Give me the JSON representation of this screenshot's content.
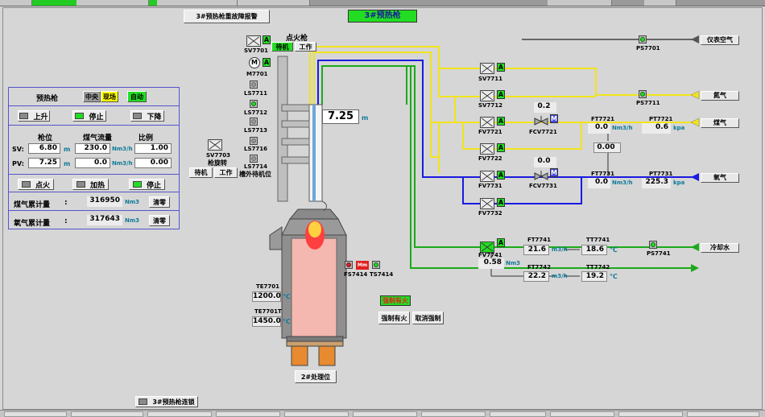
{
  "header": {
    "alarm_button": "3#预热枪重故障报警",
    "title": "3#预热枪"
  },
  "ignition": {
    "title": "点火枪",
    "standby": "待机",
    "work": "工作"
  },
  "rotation": {
    "title": "枪旋转",
    "standby": "待机",
    "work": "工作",
    "outside": "槽外待机位"
  },
  "gun_position": {
    "value": "7.25",
    "unit": "m"
  },
  "panel": {
    "title": "预热枪",
    "mode_central": "中央",
    "mode_local": "现场",
    "mode_auto": "自动",
    "btn_up": "上升",
    "btn_stop": "停止",
    "btn_down": "下降",
    "col_position": "枪位",
    "col_gas_flow": "煤气流量",
    "col_ratio": "比例",
    "sv_label": "SV:",
    "pv_label": "PV:",
    "sv_pos": "6.80",
    "sv_flow": "230.0",
    "sv_ratio": "1.00",
    "pv_pos": "7.25",
    "pv_flow": "0.0",
    "pv_ratio": "0.00",
    "unit_m": "m",
    "unit_flow": "Nm3/h",
    "btn_ignite": "点火",
    "btn_heat": "加热",
    "btn_stop2": "停止",
    "gas_total_label": "煤气累计量",
    "gas_total_value": "316950",
    "oxy_total_label": "氧气累计量",
    "oxy_total_value": "317643",
    "total_unit": "Nm3",
    "colon": ":",
    "reset": "清零"
  },
  "sensors": {
    "SV7701": "SV7701",
    "M7701": "M7701",
    "M_letter": "M",
    "LS7711": "LS7711",
    "LS7712": "LS7712",
    "LS7713": "LS7713",
    "LS7716": "LS7716",
    "LS7714": "LS7714",
    "SV7703": "SV7703",
    "PS7701": "PS7701",
    "PS7711": "PS7711",
    "PS7741": "PS7741",
    "FS7414": "FS7414",
    "TS7414": "TS7414",
    "Mm": "Mm"
  },
  "valves": {
    "SV7711": "SV7711",
    "SV7712": "SV7712",
    "FV7721": "FV7721",
    "FV7722": "FV7722",
    "FCV7721": "FCV7721",
    "FV7731": "FV7731",
    "FV7732": "FV7732",
    "FCV7731": "FCV7731",
    "FV7741": "FV7741",
    "A": "A",
    "M": "M"
  },
  "instruments": {
    "fcv7721_open": "0.2",
    "fcv7731_open": "0.0",
    "FT7721": "FT7721",
    "ft7721_value": "0.0",
    "PT7721": "PT7721",
    "pt7721_value": "0.6",
    "ratio_value": "0.00",
    "FT7731": "FT7731",
    "ft7731_value": "0.0",
    "PT7731": "PT7731",
    "pt7731_value": "225.3",
    "FT7741": "FT7741",
    "ft7741_value": "21.6",
    "TT7741": "TT7741",
    "tt7741_value": "18.6",
    "FT7742": "FT7742",
    "ft7742_value": "22.2",
    "TT7742": "TT7742",
    "tt7742_value": "19.2",
    "fv7741_value": "0.58",
    "unit_flow": "Nm3/h",
    "unit_flow_short": "m3/h",
    "unit_kpa": "kpa",
    "unit_degC": "℃",
    "unit_nm3": "Nm3"
  },
  "endpoints": {
    "instrument_air": "仪表空气",
    "nitrogen": "氮气",
    "gas": "煤气",
    "oxygen": "氧气",
    "cooling_water": "冷却水"
  },
  "furnace": {
    "TE7701": "TE7701",
    "te7701_value": "1200.0",
    "TE7701T": "TE7701T",
    "te7701t_value": "1450.0",
    "unit_degC": "℃",
    "position_label": "2#处理位"
  },
  "force": {
    "indicator": "强制有火",
    "btn_force": "强制有火",
    "btn_cancel": "取消强制"
  },
  "footer": {
    "link_button": "3#预热枪连锁"
  },
  "colors": {
    "nitrogen_line": "#f2e41a",
    "gas_line": "#f2e41a",
    "oxygen_line": "#1a1ae0",
    "water_line": "#1aaa1a",
    "air_line": "#666666",
    "status_green": "#22dd22",
    "status_yellow": "#ffff00",
    "status_red": "#e02020",
    "unit_teal": "#0f7a99"
  }
}
